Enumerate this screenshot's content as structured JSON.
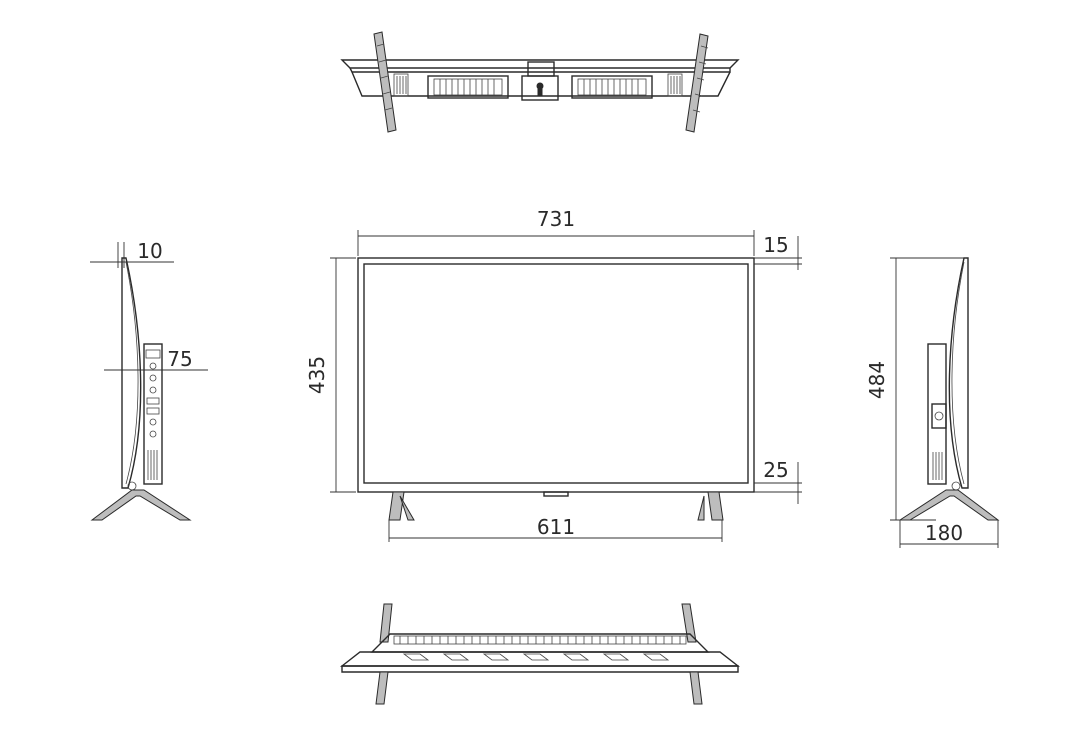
{
  "dimensions": {
    "width": "731",
    "bezel_top": "15",
    "height_screen": "435",
    "bezel_bottom": "25",
    "stand_span": "611",
    "height_total": "484",
    "depth_stand": "180",
    "depth_panel": "10",
    "depth_body": "75"
  },
  "colors": {
    "line": "#2a2a2a",
    "background": "#ffffff"
  }
}
